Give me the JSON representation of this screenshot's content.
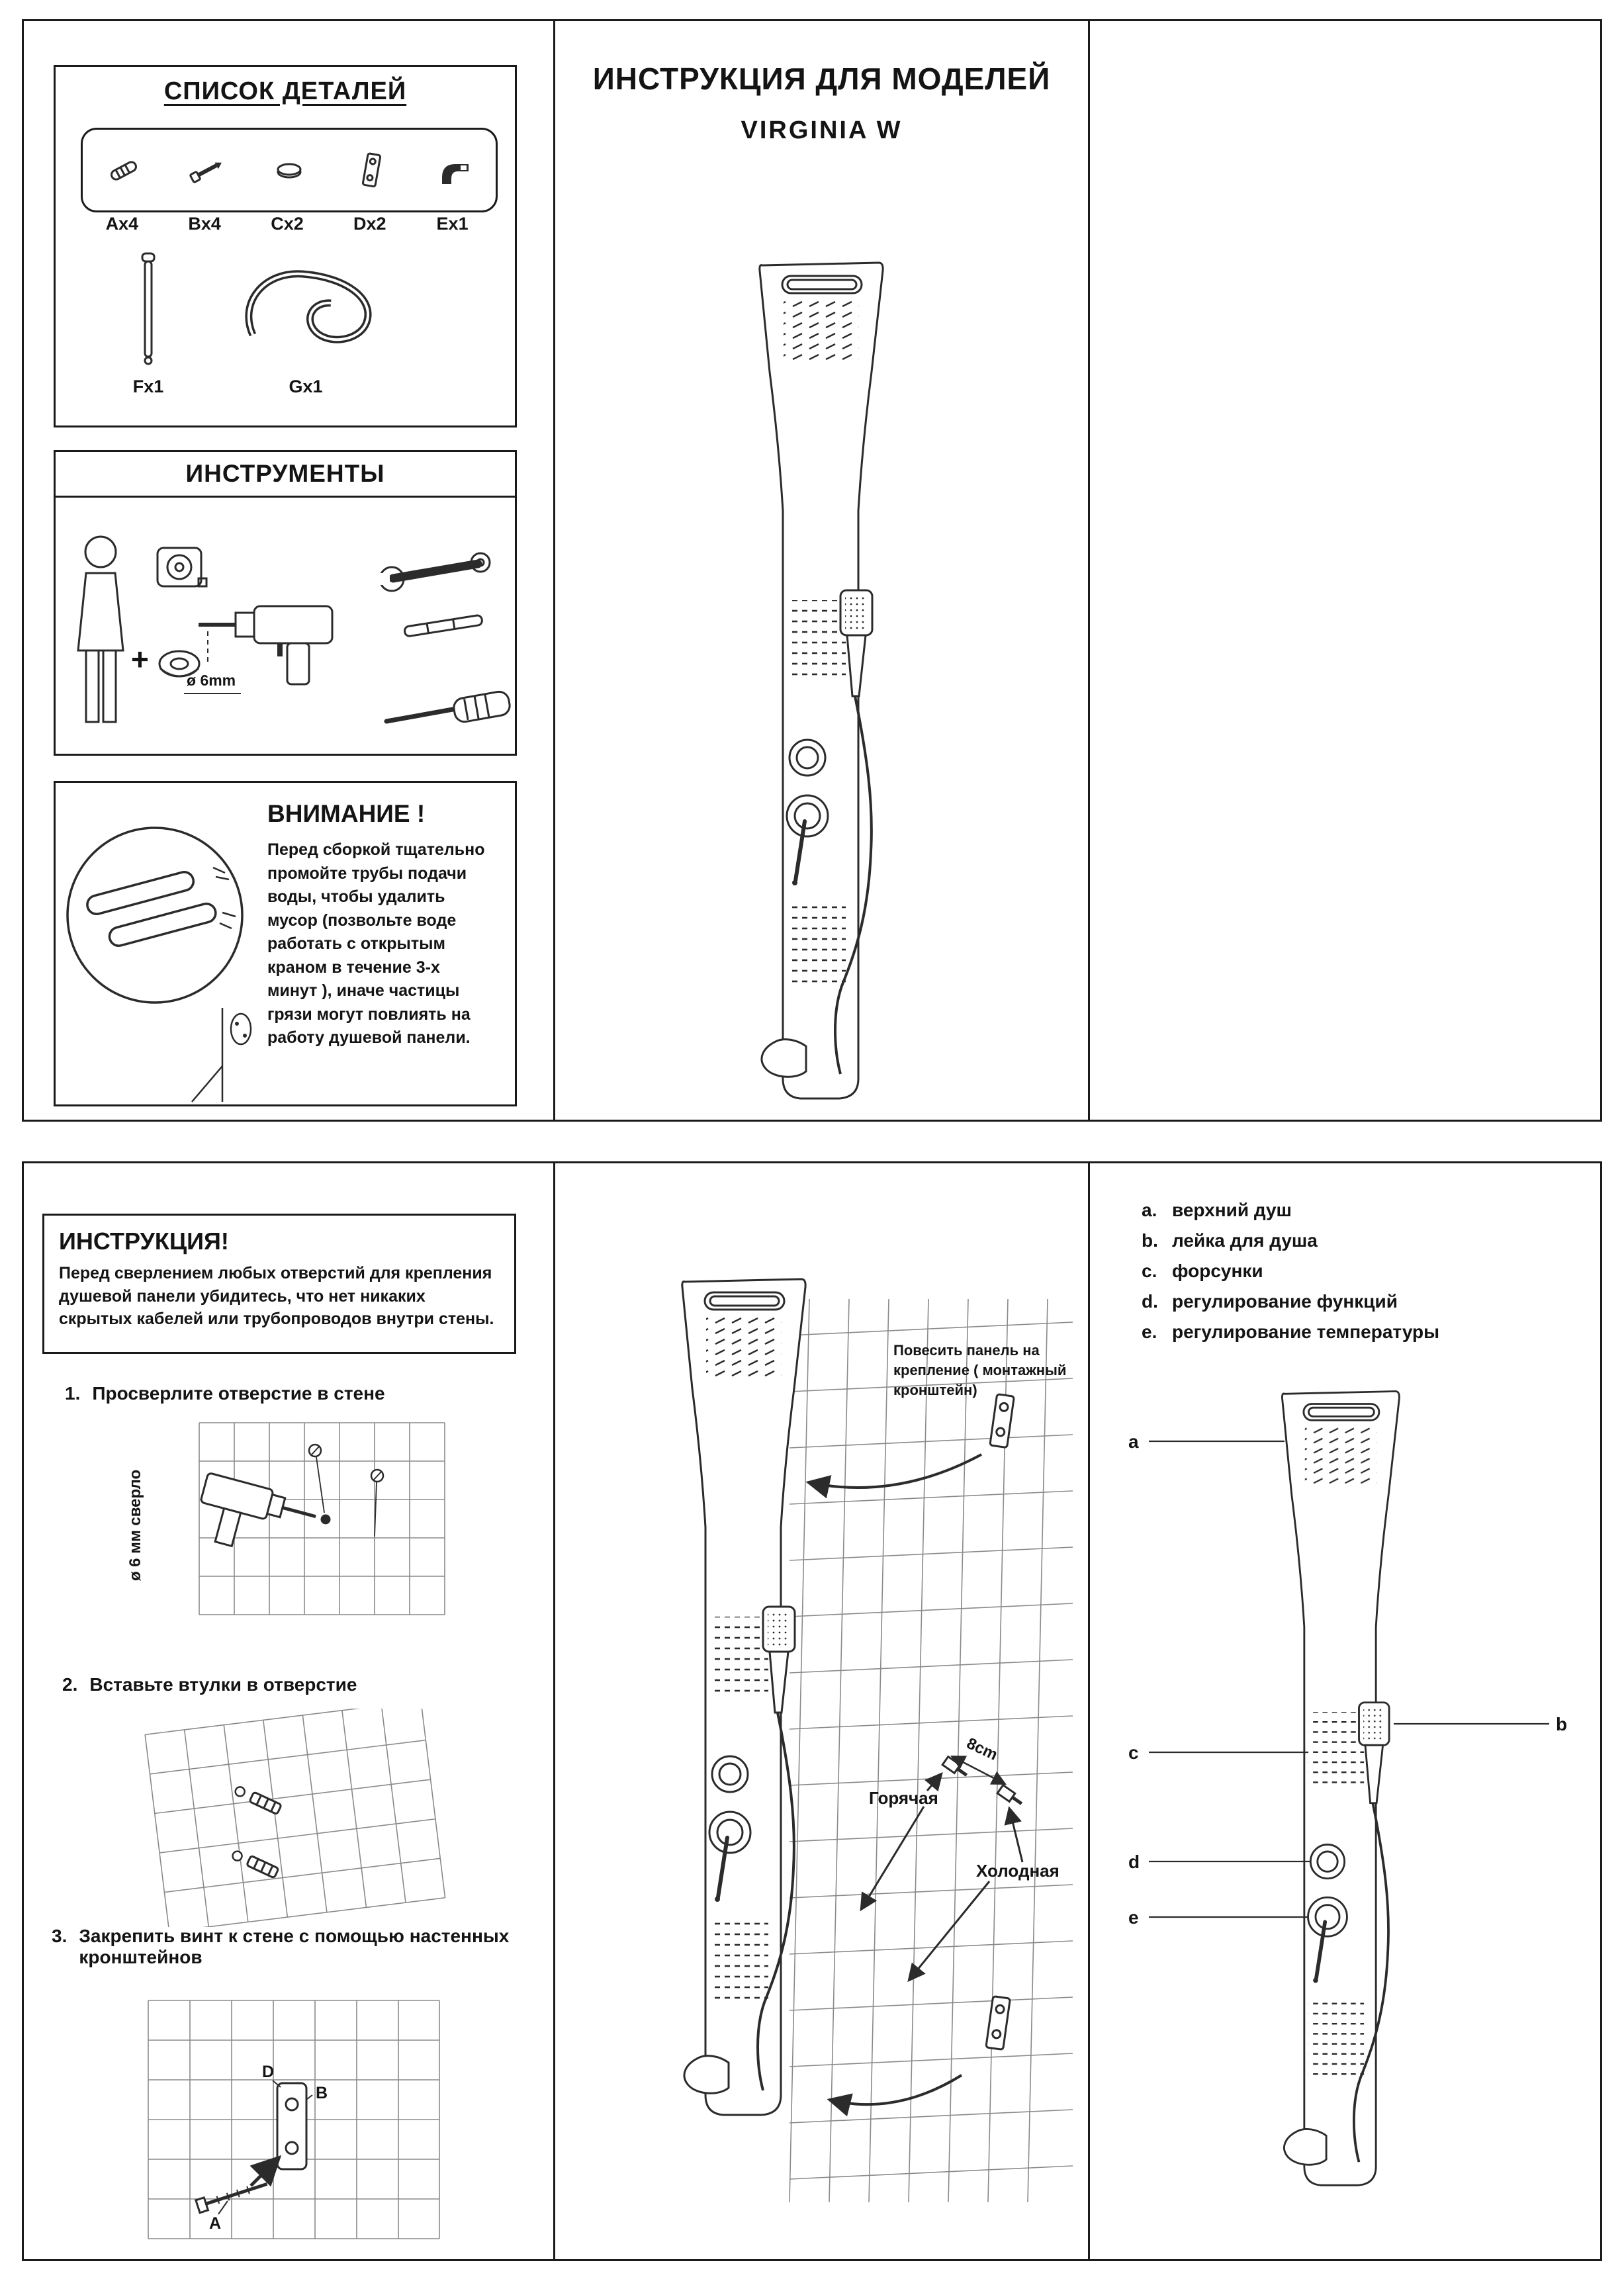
{
  "header": {
    "title": "ИНСТРУКЦИЯ  ДЛЯ МОДЕЛЕЙ",
    "model": "VIRGINIA W"
  },
  "parts_list": {
    "title": "СПИСОК ДЕТАЛЕЙ",
    "tray_items": [
      {
        "label": "Ax4"
      },
      {
        "label": "Bx4"
      },
      {
        "label": "Cx2"
      },
      {
        "label": "Dx2"
      },
      {
        "label": "Ex1"
      }
    ],
    "extra_items": [
      {
        "label": "Fx1"
      },
      {
        "label": "Gx1"
      }
    ]
  },
  "tools": {
    "title": "ИНСТРУМЕНТЫ",
    "plus": "+",
    "drill_label": "ø 6mm"
  },
  "attention": {
    "title": "ВНИМАНИЕ !",
    "body": "Перед сборкой тщательно промойте трубы подачи воды, чтобы удалить мусор (позвольте воде работать с открытым краном в течение 3-х минут ), иначе частицы грязи могут повлиять на работу душевой панели."
  },
  "instructions": {
    "title": "ИНСТРУКЦИЯ!",
    "intro": "Перед сверлением любых  отверстий для крепления душевой панели убидитесь,  что нет никаких скрытых кабелей или трубопроводов внутри стены.",
    "steps": [
      {
        "num": "1.",
        "text": "Просверлите отверстие в стене"
      },
      {
        "num": "2.",
        "text": "Вставьте втулки в отверстие"
      },
      {
        "num": "3.",
        "text": "Закрепить винт к стене с помощью настенных кронштейнов"
      }
    ],
    "drill_note": "ø  6 мм сверло",
    "step3_labels": {
      "d": "D",
      "b": "B",
      "a": "A"
    }
  },
  "mounting": {
    "hang_note_lines": [
      "Повесить панель на",
      "крепление ( монтажный",
      "кронштейн)"
    ],
    "distance_label": "8cm",
    "hot_label": "Горячая",
    "cold_label": "Холодная"
  },
  "legend": {
    "items": [
      {
        "key": "a.",
        "text": "верхний душ"
      },
      {
        "key": "b.",
        "text": "лейка для душа"
      },
      {
        "key": "c.",
        "text": "форсунки"
      },
      {
        "key": "d.",
        "text": "регулирование функций"
      },
      {
        "key": "e.",
        "text": "регулирование температуры"
      }
    ],
    "callouts": {
      "a": "a",
      "b": "b",
      "c": "c",
      "d": "d",
      "e": "e"
    }
  }
}
